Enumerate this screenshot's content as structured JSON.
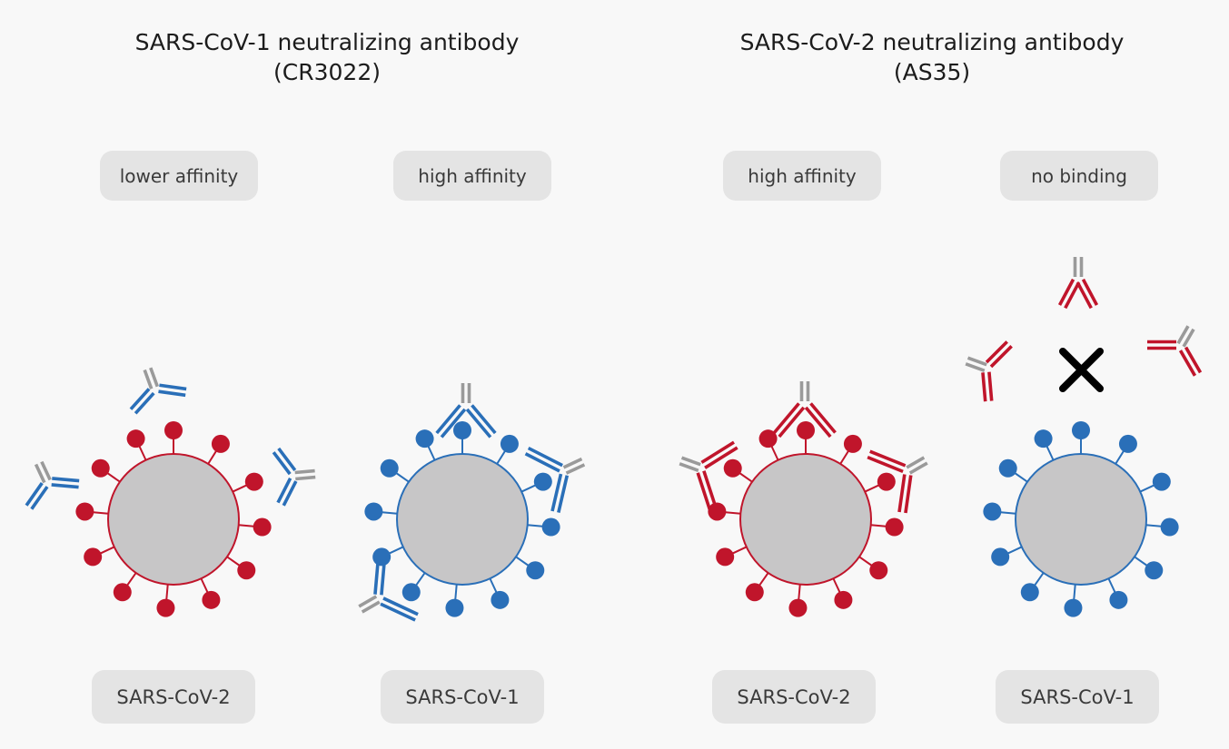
{
  "groups": [
    {
      "title_line1": "SARS-CoV-1 neutralizing antibody",
      "title_line2": "(CR3022)",
      "panels": [
        {
          "affinity": "lower affinity",
          "virus": "SARS-CoV-2"
        },
        {
          "affinity": "high affinity",
          "virus": "SARS-CoV-1"
        }
      ]
    },
    {
      "title_line1": "SARS-CoV-2 neutralizing antibody",
      "title_line2": "(AS35)",
      "panels": [
        {
          "affinity": "high affinity",
          "virus": "SARS-CoV-2"
        },
        {
          "affinity": "no binding",
          "virus": "SARS-CoV-1"
        }
      ]
    }
  ],
  "legend_colors": {
    "sars_cov_2": "#c0152b",
    "sars_cov_1": "#2a6fb8",
    "antibody_stem": "#9a9a9a",
    "virion_core": "#c7c6c7",
    "no_binding_cross": "#000000"
  },
  "icons": [
    "virion-icon",
    "spike-protein-icon",
    "antibody-icon",
    "cross-icon"
  ]
}
